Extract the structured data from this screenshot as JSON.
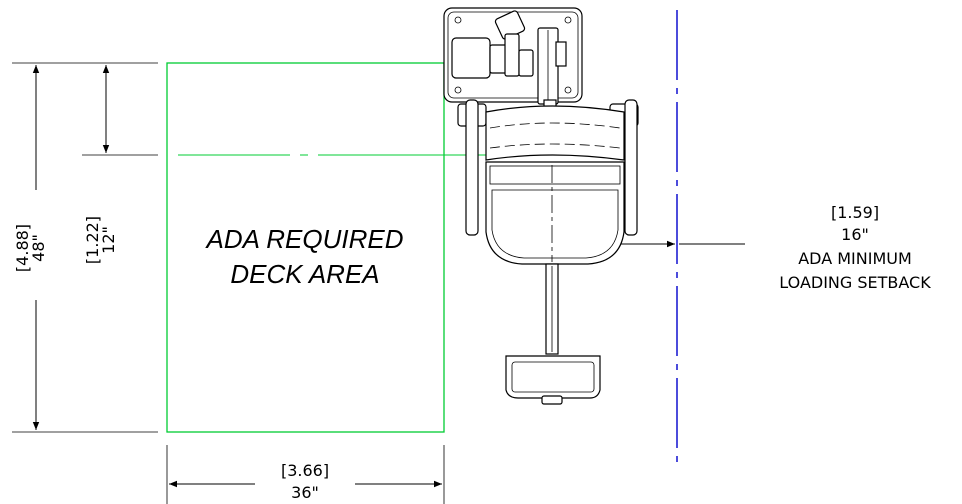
{
  "deck_area": {
    "line1": "ADA REQUIRED",
    "line2": "DECK AREA",
    "color": "#00cc33"
  },
  "dimensions": {
    "height_outer": {
      "metric": "4.88",
      "imperial": "48\""
    },
    "height_inner": {
      "metric": "1.22",
      "imperial": "12\""
    },
    "width": {
      "metric": "3.66",
      "imperial": "36\""
    },
    "setback": {
      "metric": "1.59",
      "imperial": "16\"",
      "label1": "ADA MINIMUM",
      "label2": "LOADING SETBACK"
    }
  },
  "pool_edge_line_color": "#0000cc"
}
